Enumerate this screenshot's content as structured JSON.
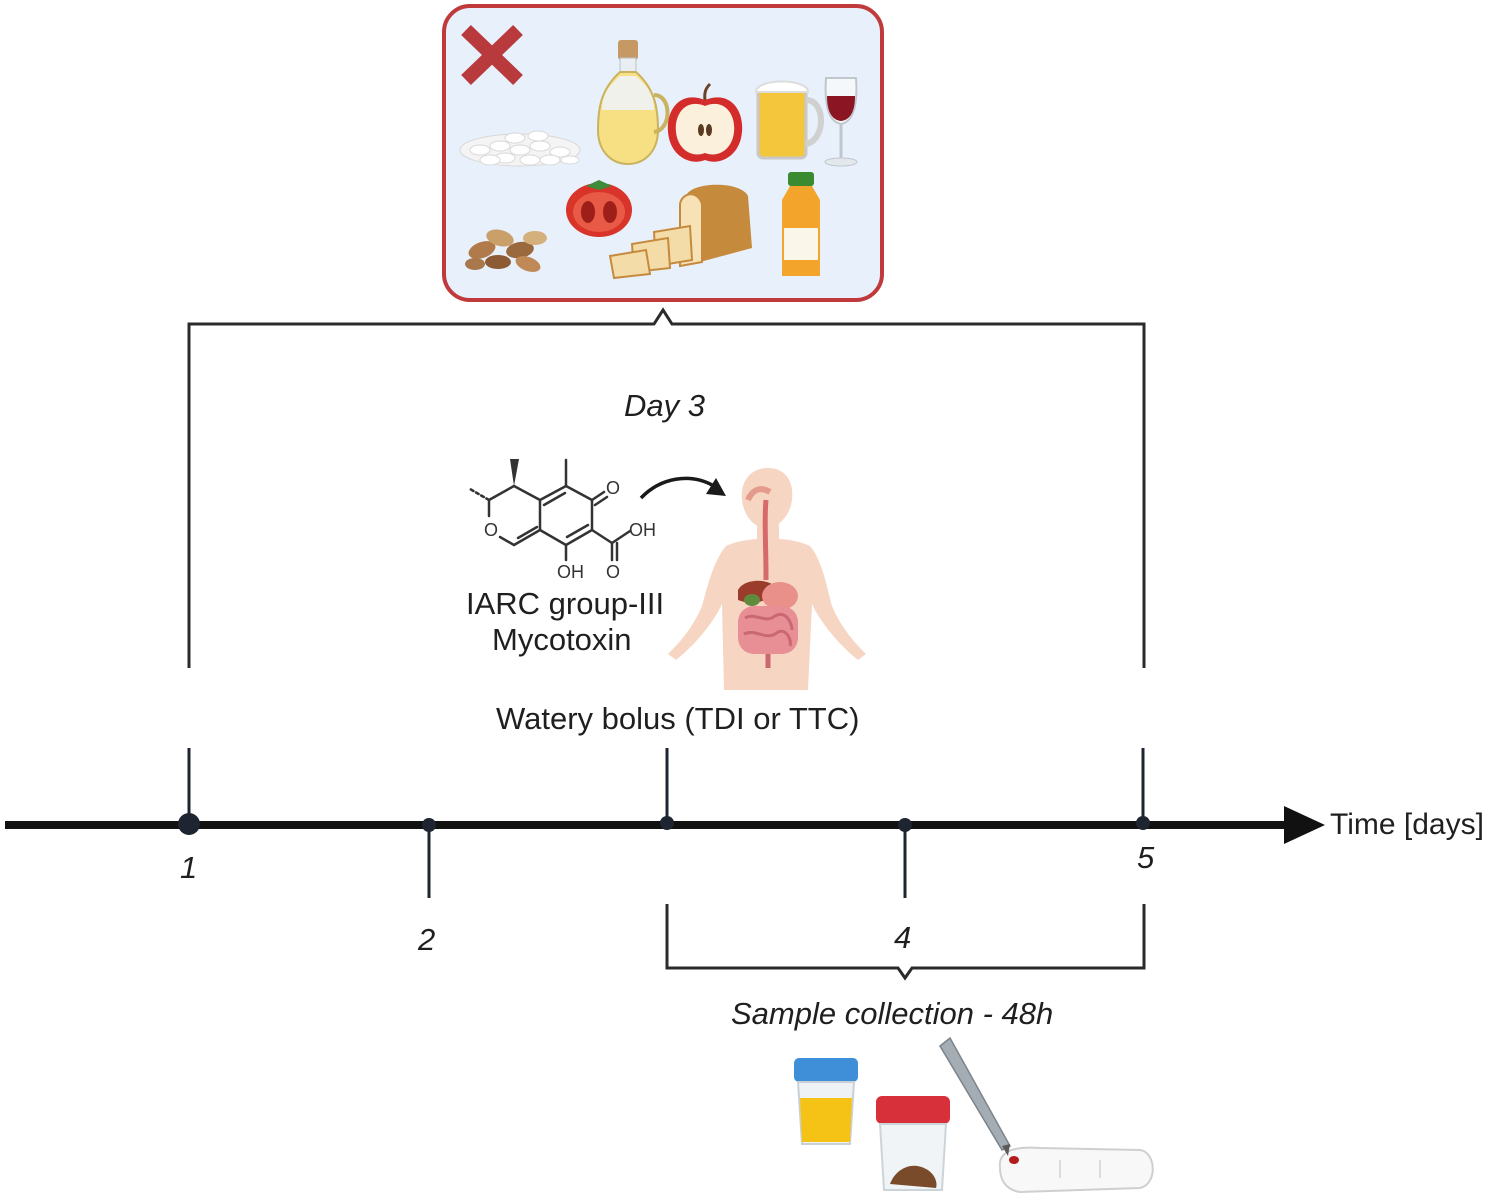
{
  "timeline": {
    "axis_label": "Time [days]",
    "ticks": [
      "1",
      "2",
      "4",
      "5"
    ]
  },
  "day3": {
    "title": "Day 3",
    "compound_caption": [
      "IARC group-III",
      "Mycotoxin"
    ],
    "bolus_label": "Watery bolus (TDI or TTC)",
    "structure_labels": {
      "o_ring": "O",
      "o_keto": "O",
      "oh_acid": "OH",
      "oh_phenol": "OH",
      "o_acid": "O"
    }
  },
  "sampling": {
    "label": "Sample collection - 48h"
  },
  "colors": {
    "timeline": "#111111",
    "bracket": "#2b2b2b",
    "food_box_border": "#c0393b",
    "food_box_fill": "#e8f0fb",
    "exclusion_mark": "#c0393b"
  },
  "icons": [
    "exclusion-x-icon",
    "rice-icon",
    "oil-bottle-icon",
    "apple-icon",
    "beer-icon",
    "wine-glass-icon",
    "nuts-icon",
    "tomato-icon",
    "bread-icon",
    "juice-bottle-icon",
    "human-digestive-icon",
    "urine-cup-icon",
    "stool-container-icon",
    "lancet-finger-icon"
  ]
}
